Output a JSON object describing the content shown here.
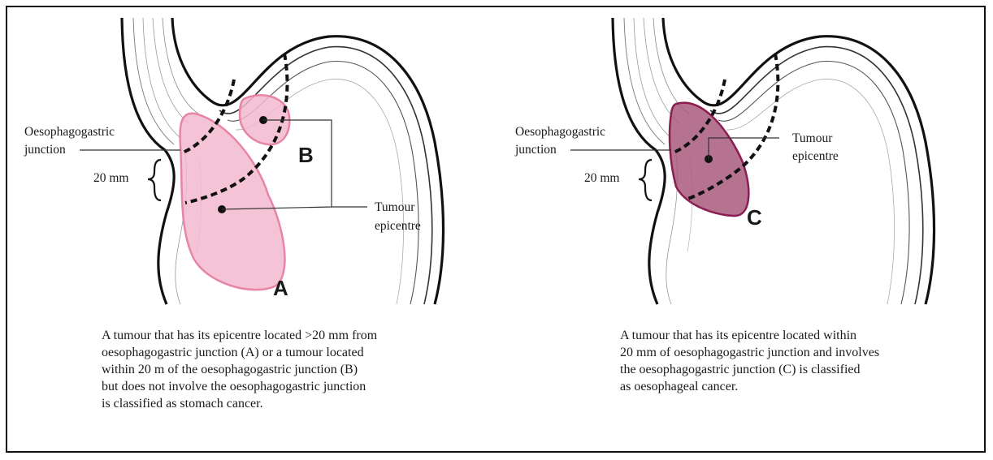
{
  "colors": {
    "tumour_light_fill": "#f2b8ce",
    "tumour_light_stroke": "#e884a8",
    "tumour_dark_fill": "#a85a7c",
    "tumour_dark_stroke": "#8a1e52",
    "outline": "#111111"
  },
  "left_panel": {
    "label_ogj_line1": "Oesophagogastric",
    "label_ogj_line2": "junction",
    "label_distance": "20 mm",
    "label_tumour_line1": "Tumour",
    "label_tumour_line2": "epicentre",
    "letter_a": "A",
    "letter_b": "B",
    "caption_lines": [
      "A tumour that has its epicentre located >20 mm from",
      "oesophagogastric junction (A) or a tumour located",
      "within 20 m of the oesophagogastric junction (B)",
      "but does not involve the oesophagogastric junction",
      "is classified as stomach cancer."
    ]
  },
  "right_panel": {
    "label_ogj_line1": "Oesophagogastric",
    "label_ogj_line2": "junction",
    "label_distance": "20 mm",
    "label_tumour_line1": "Tumour",
    "label_tumour_line2": "epicentre",
    "letter_c": "C",
    "caption_lines": [
      "A tumour that has its epicentre located within",
      "20 mm of oesophagogastric junction and involves",
      "the oesophagogastric junction (C) is classified",
      "as oesophageal cancer."
    ]
  }
}
